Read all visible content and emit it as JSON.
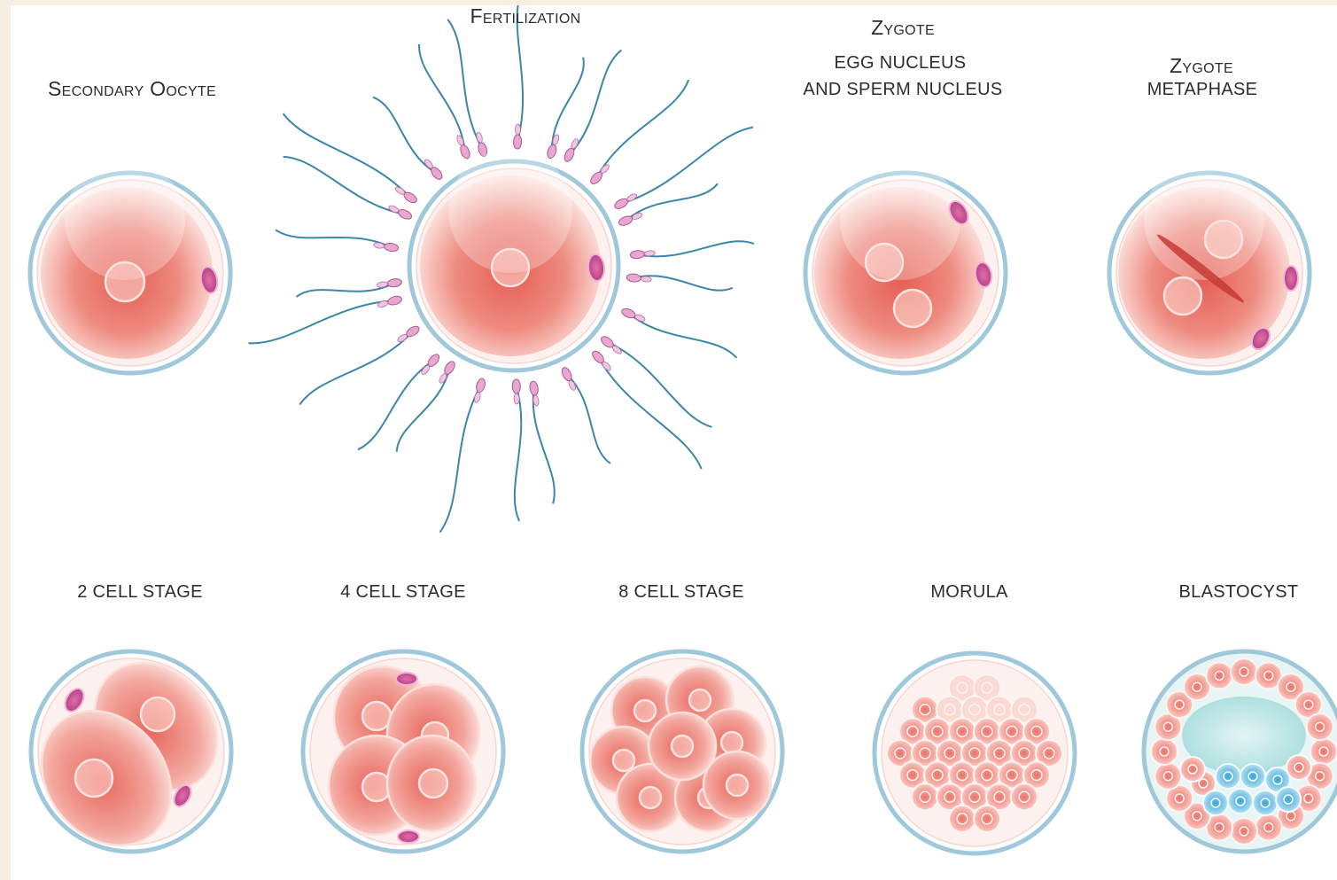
{
  "diagram": {
    "stages": [
      {
        "id": "secondary_oocyte",
        "label": "Secondary Oocyte"
      },
      {
        "id": "fertilization",
        "label": "Fertilization"
      },
      {
        "id": "zygote_nuclei",
        "label": "Zygote",
        "sublabel_1": "EGG NUCLEUS",
        "sublabel_2": "AND SPERM NUCLEUS"
      },
      {
        "id": "zygote_metaphase",
        "label": "Zygote",
        "sublabel_1": "METAPHASE"
      },
      {
        "id": "cell2",
        "label": "2 CELL STAGE"
      },
      {
        "id": "cell4",
        "label": "4 CELL STAGE"
      },
      {
        "id": "cell8",
        "label": "8 CELL STAGE"
      },
      {
        "id": "morula",
        "label": "MORULA"
      },
      {
        "id": "blastocyst",
        "label": "BLASTOCYST"
      }
    ],
    "colors": {
      "background": "#f6efe1",
      "zona_ring": "#9fc8da",
      "cytoplasm": "#ea7a6f",
      "cell_highlight": "#fbe0dc",
      "polar_body": "#c94f9a",
      "sperm_tail": "#3c86a8",
      "blastocyst_cavity": "#a9dfe0",
      "inner_cell_mass": "#5bb6dd"
    }
  }
}
